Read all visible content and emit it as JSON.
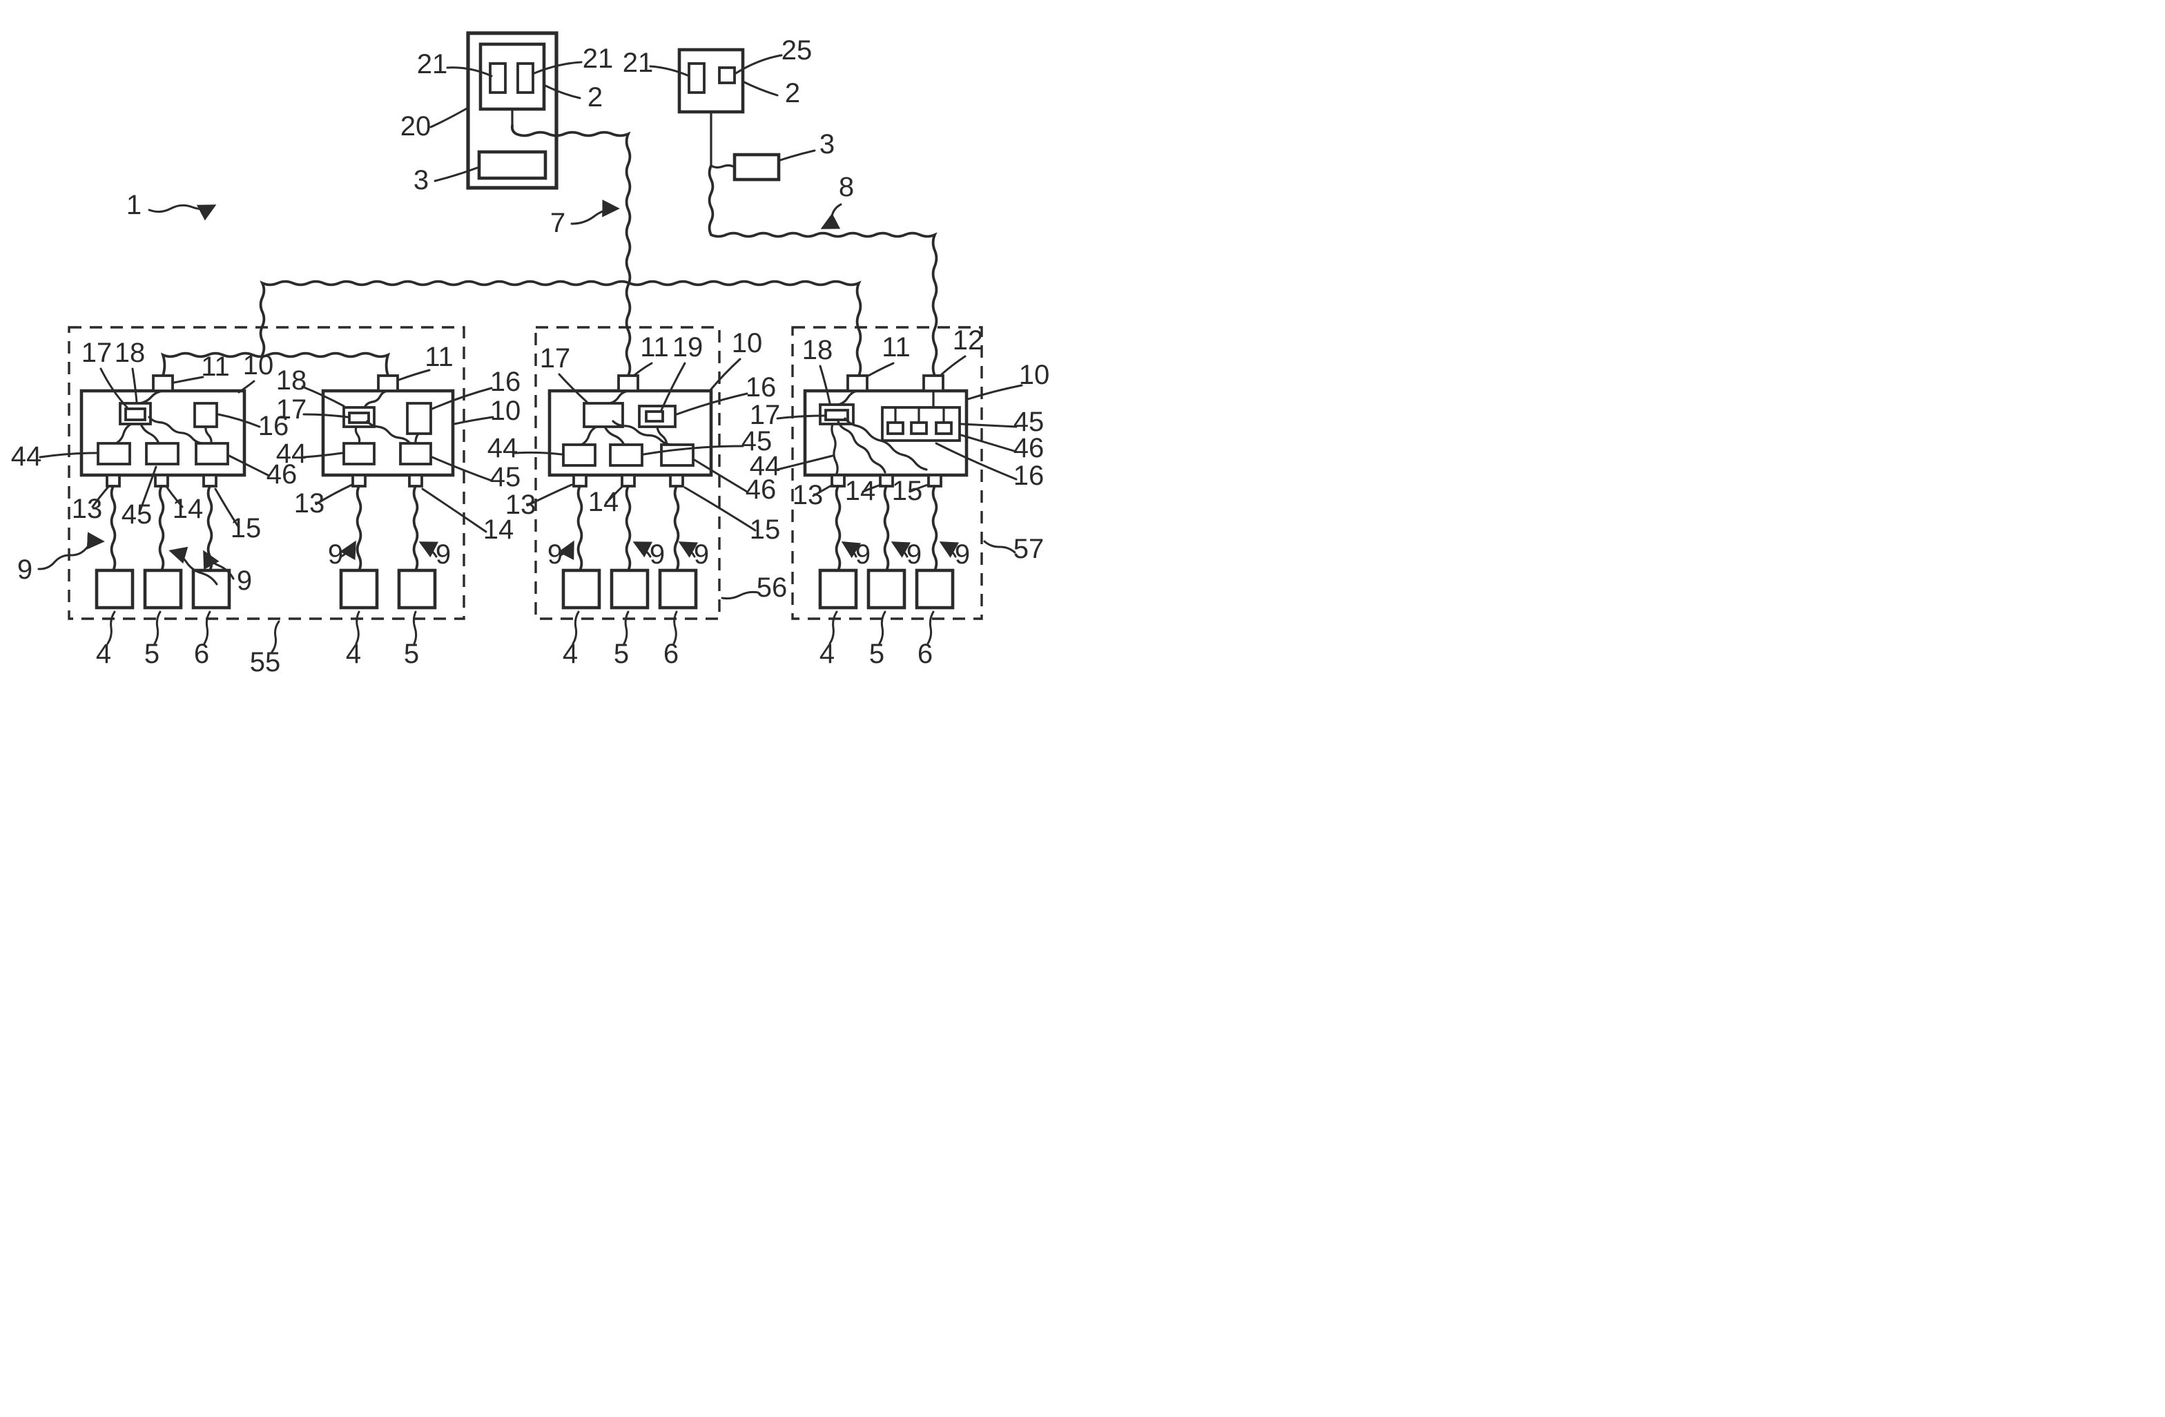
{
  "figure": {
    "kind": "patent-style system schematic",
    "background_color": "#ffffff",
    "ink_color": "#2b2b2b"
  },
  "refs": {
    "1": "1",
    "2": "2",
    "3": "3",
    "4": "4",
    "5": "5",
    "6": "6",
    "7": "7",
    "8": "8",
    "9": "9",
    "10": "10",
    "11": "11",
    "12": "12",
    "13": "13",
    "14": "14",
    "15": "15",
    "16": "16",
    "17": "17",
    "18": "18",
    "19": "19",
    "20": "20",
    "21": "21",
    "25": "25",
    "44": "44",
    "45": "45",
    "46": "46",
    "55": "55",
    "56": "56",
    "57": "57"
  }
}
